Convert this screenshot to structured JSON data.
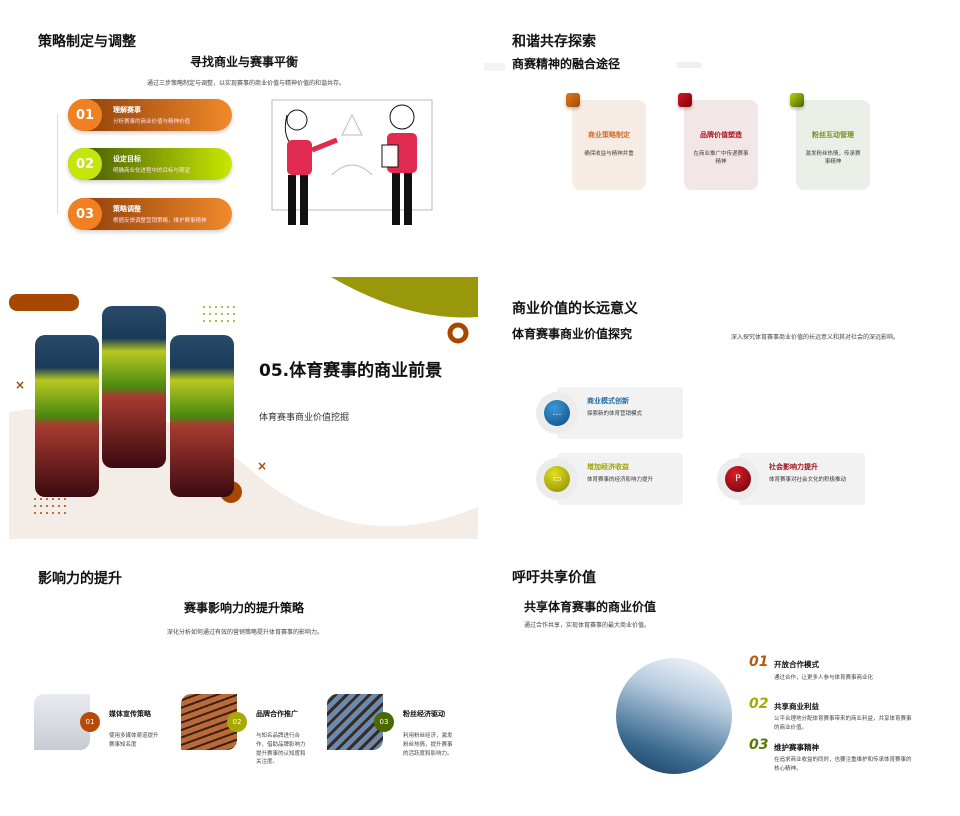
{
  "slide1": {
    "title": "策略制定与调整",
    "subtitle": "寻找商业与赛事平衡",
    "desc": "通过三步策略制定与调整，以实现赛事的商业价值与精神价值的和谐共存。",
    "steps": [
      {
        "num": "01",
        "title": "理解赛事",
        "desc": "分析赛事的商业价值与精神价值"
      },
      {
        "num": "02",
        "title": "设定目标",
        "desc": "明确商业化进程中的目标与期望"
      },
      {
        "num": "03",
        "title": "策略调整",
        "desc": "根据反馈调整营销策略，维护赛事精神"
      }
    ]
  },
  "slide2": {
    "title": "和谐共存探索",
    "subtitle": "商赛精神的融合途径",
    "cards": [
      {
        "title": "商业策略制定",
        "desc": "确保收益与精神并重",
        "color": "#c0601a"
      },
      {
        "title": "品牌价值塑造",
        "desc": "在商业推广中传递赛事精神",
        "color": "#a0101a"
      },
      {
        "title": "粉丝互动管理",
        "desc": "激发粉丝热情，传承赛事精神",
        "color": "#8aa010"
      }
    ]
  },
  "slide3": {
    "title": "05.体育赛事的商业前景",
    "subtitle": "体育赛事商业价值挖掘"
  },
  "slide4": {
    "title": "商业价值的长远意义",
    "subtitle": "体育赛事商业价值探究",
    "desc": "深入探究体育赛事商业价值的长远意义和其对社会的深远影响。",
    "items": [
      {
        "title": "商业模式创新",
        "desc": "探索新的体育营销模式",
        "color": "#1f6ea8"
      },
      {
        "title": "增加经济收益",
        "desc": "体育赛事的经济影响力提升",
        "color": "#a8a800"
      },
      {
        "title": "社会影响力提升",
        "desc": "体育赛事对社会文化的积极推动",
        "color": "#9a0e14"
      }
    ]
  },
  "slide5": {
    "title": "影响力的提升",
    "subtitle": "赛事影响力的提升策略",
    "desc": "深化分析如何通过有效的营销策略提升体育赛事的影响力。",
    "items": [
      {
        "num": "01",
        "title": "媒体宣传策略",
        "desc": "使用多媒体渠道提升赛事知名度"
      },
      {
        "num": "02",
        "title": "品牌合作推广",
        "desc": "与知名品牌进行合作，借助品牌影响力提升赛事的认知度和关注度。"
      },
      {
        "num": "03",
        "title": "粉丝经济驱动",
        "desc": "利用粉丝经济，激发粉丝热情，提升赛事的活跃度和影响力。"
      }
    ]
  },
  "slide6": {
    "title": "呼吁共享价值",
    "subtitle": "共享体育赛事的商业价值",
    "desc": "通过合作共享，实现体育赛事的最大商业价值。",
    "items": [
      {
        "num": "01",
        "title": "开放合作模式",
        "desc": "通过合作，让更多人参与体育赛事商业化"
      },
      {
        "num": "02",
        "title": "共享商业利益",
        "desc": "公平合理地分配体育赛事带来的商业利益，共享体育赛事的商业价值。"
      },
      {
        "num": "03",
        "title": "维护赛事精神",
        "desc": "在追求商业收益的同时，也要注重维护和传承体育赛事的核心精神。"
      }
    ]
  }
}
